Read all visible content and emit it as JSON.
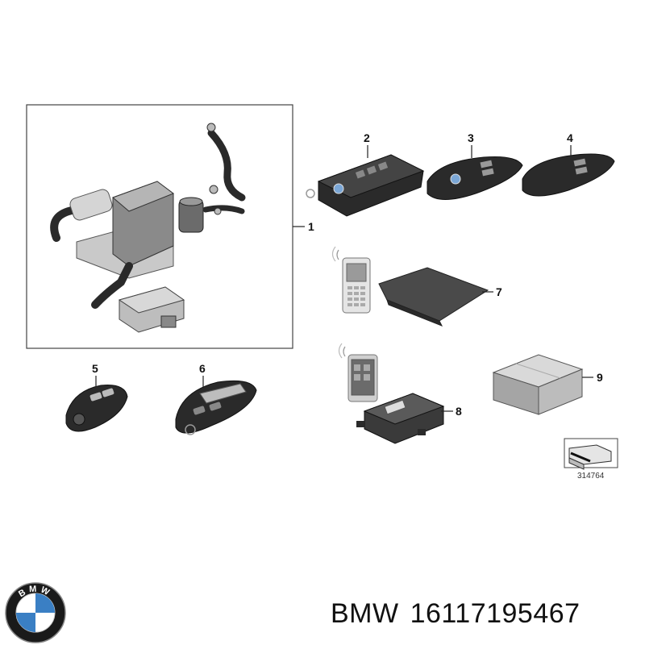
{
  "callouts": {
    "c1": "1",
    "c2": "2",
    "c3": "3",
    "c4": "4",
    "c5": "5",
    "c6": "6",
    "c7": "7",
    "c8": "8",
    "c9": "9"
  },
  "reference_number": "314764",
  "footer": {
    "brand": "BMW",
    "part_number": "16117195467"
  },
  "logo": {
    "ring_text": "BMW"
  },
  "colors": {
    "line": "#222222",
    "part_dark": "#2a2a2a",
    "part_mid": "#6b6b6b",
    "part_light": "#bdbdbd",
    "box_frame": "#444444",
    "logo_blue": "#3a7fc4"
  }
}
